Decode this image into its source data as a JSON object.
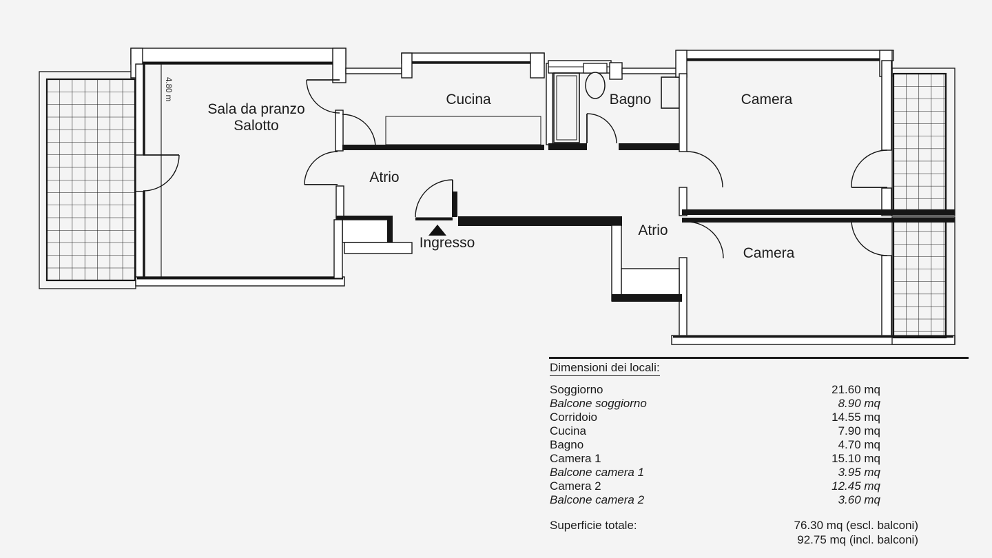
{
  "plan": {
    "labels": {
      "living_line1": "Sala da pranzo",
      "living_line2": "Salotto",
      "kitchen": "Cucina",
      "bathroom": "Bagno",
      "bedroom_top": "Camera",
      "bedroom_bottom": "Camera",
      "hall_left": "Atrio",
      "hall_right": "Atrio",
      "entrance": "Ingresso",
      "dimension": "4.80 m"
    },
    "colors": {
      "background": "#f4f4f4",
      "line": "#161616"
    }
  },
  "table": {
    "title": "Dimensioni dei locali:",
    "rows": [
      {
        "label": "Soggiorno",
        "value": "21.60 mq"
      },
      {
        "label": "Balcone soggiorno",
        "value": "8.90 mq"
      },
      {
        "label": "Corridoio",
        "value": "14.55 mq"
      },
      {
        "label": "Cucina",
        "value": "7.90 mq"
      },
      {
        "label": "Bagno",
        "value": "4.70 mq"
      },
      {
        "label": "Camera 1",
        "value": "15.10 mq"
      },
      {
        "label": "Balcone camera 1",
        "value": "3.95 mq"
      },
      {
        "label": "Camera 2",
        "value": "12.45 mq"
      },
      {
        "label": "Balcone camera 2",
        "value": "3.60 mq"
      }
    ],
    "total_label": "Superficie totale:",
    "total_line1": "76.30 mq (escl. balconi)",
    "total_line2": "92.75 mq (incl. balconi)"
  }
}
